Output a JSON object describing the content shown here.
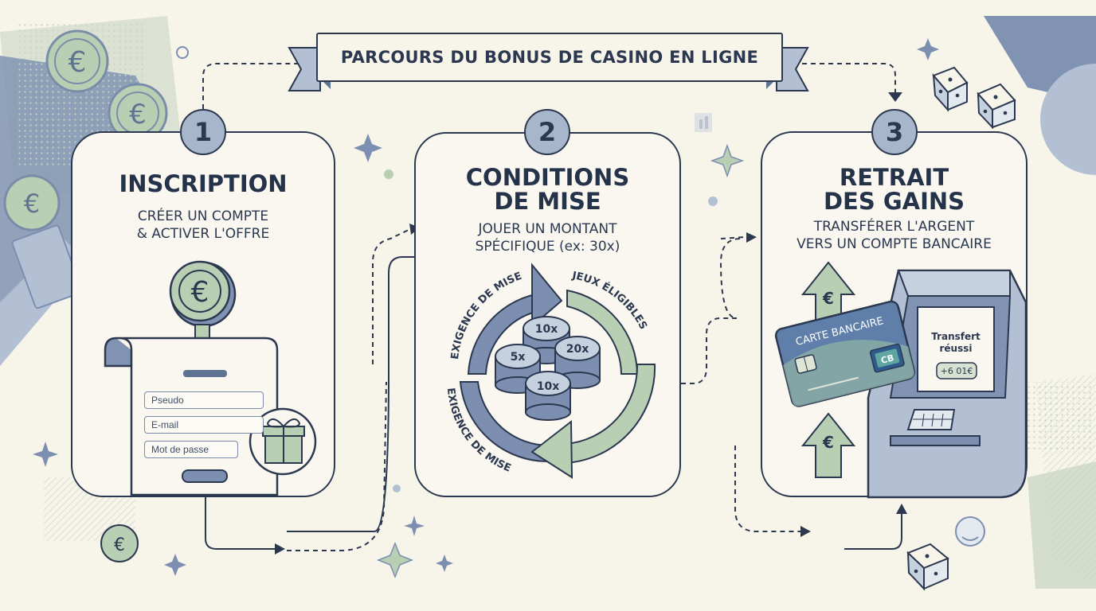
{
  "banner": {
    "title": "PARCOURS DU BONUS DE CASINO EN LIGNE"
  },
  "steps": [
    {
      "number": "1",
      "title_lines": [
        "INSCRIPTION"
      ],
      "subtitle_lines": [
        "CRÉER UN COMPTE",
        "& ACTIVER L'OFFRE"
      ],
      "form": {
        "fields": [
          {
            "placeholder": "Pseudo"
          },
          {
            "placeholder": "E-mail"
          },
          {
            "placeholder": "Mot de passe"
          }
        ]
      }
    },
    {
      "number": "2",
      "title_lines": [
        "CONDITIONS",
        "DE MISE"
      ],
      "subtitle_lines": [
        "JOUER UN MONTANT",
        "SPÉCIFIQUE (ex: 30x)"
      ],
      "cycle": {
        "label_top_left": "EXIGENCE DE MISE",
        "label_top_right": "JEUX ÉLIGIBLES",
        "label_bottom": "EXIGENCE DE MISE"
      },
      "chips": [
        "10x",
        "5x",
        "20x",
        "10x"
      ]
    },
    {
      "number": "3",
      "title_lines": [
        "RETRAIT",
        "DES GAINS"
      ],
      "subtitle_lines": [
        "TRANSFÉRER L'ARGENT",
        "VERS UN COMPTE BANCAIRE"
      ],
      "card": {
        "label": "CARTE BANCAIRE",
        "logo": "CB"
      },
      "atm_screen": {
        "status_lines": [
          "Transfert",
          "réussi"
        ],
        "amount": "+6 01€"
      }
    }
  ],
  "currency_symbol": "€",
  "colors": {
    "navy": "#2b3850",
    "slate_blue": "#7d8fb0",
    "sage_green": "#b9cfb4",
    "cream": "#f7f4ea"
  }
}
